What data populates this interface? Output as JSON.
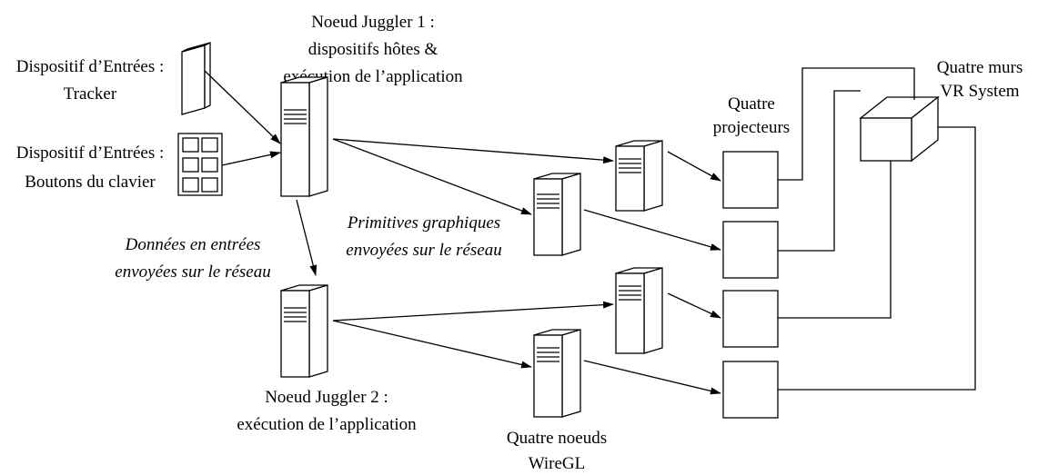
{
  "labels": {
    "node1_line1": "Noeud Juggler 1 :",
    "node1_line2": "dispositifs hôtes &",
    "node1_line3": "exécution de l’application",
    "input1_line1": "Dispositif d’Entrées :",
    "input1_line2": "Tracker",
    "input2_line1": "Dispositif d’Entrées :",
    "input2_line2": "Boutons du clavier",
    "data_line1": "Données en entrées",
    "data_line2": "envoyées sur le réseau",
    "prim_line1": "Primitives graphiques",
    "prim_line2": "envoyées sur le réseau",
    "node2_line1": "Noeud Juggler 2 :",
    "node2_line2": "exécution de l’application",
    "wiregl_line1": "Quatre noeuds",
    "wiregl_line2": "WireGL",
    "proj_line1": "Quatre",
    "proj_line2": "projecteurs",
    "walls_line1": "Quatre murs",
    "walls_line2": "VR System"
  }
}
